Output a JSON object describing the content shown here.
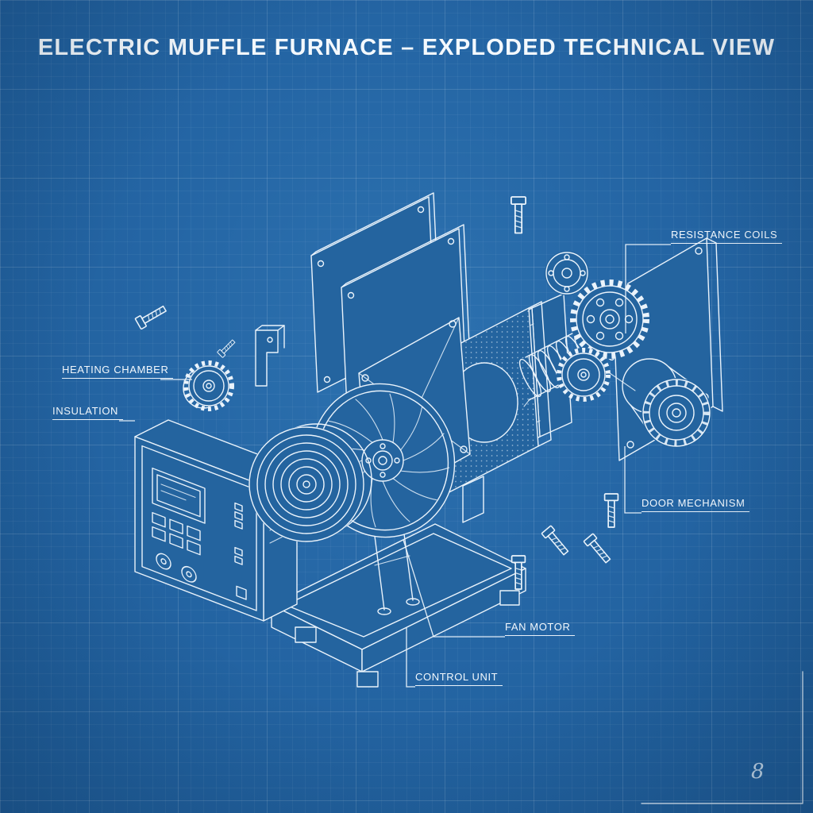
{
  "title": "ELECTRIC MUFFLE FURNACE – EXPLODED TECHNICAL VIEW",
  "labels": {
    "resistance_coils": "RESISTANCE COILS",
    "heating_chamber": "HEATING CHAMBER",
    "insulation": "INSULATION",
    "door_mechanism": "DOOR MECHANISM",
    "fan_motor": "FAN MOTOR",
    "control_unit": "CONTROL UNIT"
  },
  "corner_mark": "8",
  "colors": {
    "background": "#2465a4",
    "bg_light": "#2d72b0",
    "bg_dark": "#1d5a95",
    "panel": "#24649f",
    "line": "#eaf3fb",
    "title_text": "#f4f9fd"
  }
}
